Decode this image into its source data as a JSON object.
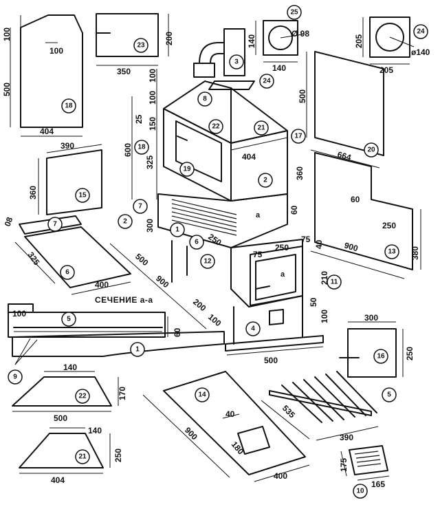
{
  "section_label": "СЕЧЕНИЕ а-а",
  "labels": {
    "part_18": "18",
    "part_23": "23",
    "part_25": "25",
    "part_24": "24",
    "part_24b": "24",
    "part_3": "3",
    "part_8": "8",
    "part_22": "22",
    "part_21": "21",
    "part_17": "17",
    "part_20": "20",
    "part_18b": "18",
    "part_19": "19",
    "part_2": "2",
    "part_2b": "2",
    "part_15": "15",
    "part_7": "7",
    "part_7b": "7",
    "part_1": "1",
    "part_6": "6",
    "part_6b": "6",
    "part_12": "12",
    "part_11": "11",
    "part_13": "13",
    "part_4": "4",
    "part_5": "5",
    "part_1b": "1",
    "part_9": "9",
    "part_16": "16",
    "part_22b": "22",
    "part_21b": "21",
    "part_14": "14",
    "part_5b": "5",
    "part_10": "10"
  },
  "dims": {
    "d18_top": "100",
    "d18_gap": "100",
    "d18_h": "500",
    "d18_w": "404",
    "d23_w": "350",
    "d23_h": "200",
    "d25_h": "140",
    "d25_w": "140",
    "d25_dia": "Ø 98",
    "d24_h": "205",
    "d24_w": "205",
    "d24_dia": "ø140",
    "d20_h": "500",
    "d20_w": "664",
    "d_body_100a": "100",
    "d_body_100b": "100",
    "d_body_25": "25",
    "d_body_150": "150",
    "d_body_600": "600",
    "d_body_325": "325",
    "d_body_404": "404",
    "d_body_360": "360",
    "d_body_300": "300",
    "d_body_250": "250",
    "d_body_60": "60",
    "d15_w": "390",
    "d15_h": "360",
    "d7_08": "08",
    "d6_w": "400",
    "d6_h": "325",
    "d_base_500": "500",
    "d_base_900": "900",
    "d_base_200": "200",
    "d_base_100": "100",
    "d_box_75a": "75",
    "d_box_250": "250",
    "d_box_75b": "75",
    "d_box_40": "40",
    "d_box_210": "210",
    "d_box_50": "50",
    "d_box_100": "100",
    "d_base_w": "500",
    "d_a1": "a",
    "d_a2": "a",
    "d13_60": "60",
    "d13_250": "250",
    "d13_900": "900",
    "d13_380": "380",
    "dsec_100": "100",
    "dsec_60": "60",
    "d16_w": "300",
    "d16_h": "250",
    "d22_top": "140",
    "d22_h": "170",
    "d22_w": "500",
    "d21_top": "140",
    "d21_h": "250",
    "d21_w": "404",
    "d14_900": "900",
    "d14_40": "40",
    "d14_180": "180",
    "d14_400": "400",
    "d5_535": "535",
    "d5_390": "390",
    "d10_175": "175",
    "d10_165": "165"
  }
}
